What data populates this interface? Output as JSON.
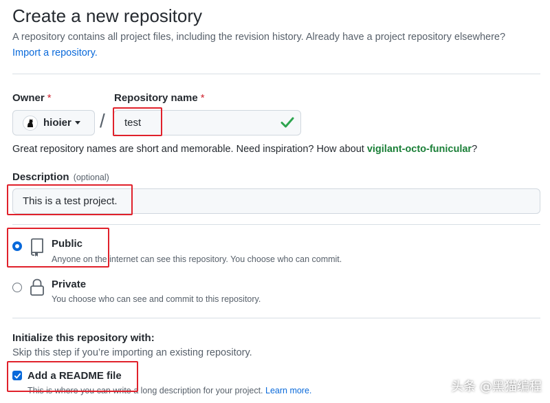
{
  "page": {
    "title": "Create a new repository",
    "subtitle": "A repository contains all project files, including the revision history. Already have a project repository elsewhere?",
    "import_link": "Import a repository."
  },
  "owner": {
    "label": "Owner",
    "required_mark": "*",
    "value": "hioier"
  },
  "separator": "/",
  "repo_name": {
    "label": "Repository name",
    "required_mark": "*",
    "value": "test",
    "valid_icon": "check-icon"
  },
  "hint": {
    "prefix": "Great repository names are short and memorable. Need inspiration? How about ",
    "suggestion": "vigilant-octo-funicular",
    "suffix": "?"
  },
  "description": {
    "label": "Description",
    "optional": "(optional)",
    "value": "This is a test project."
  },
  "visibility": {
    "selected": "public",
    "public": {
      "title": "Public",
      "desc": "Anyone on the internet can see this repository. You choose who can commit.",
      "icon": "repo-icon"
    },
    "private": {
      "title": "Private",
      "desc": "You choose who can see and commit to this repository.",
      "icon": "lock-icon"
    }
  },
  "initialize": {
    "title": "Initialize this repository with:",
    "desc": "Skip this step if you’re importing an existing repository.",
    "readme": {
      "label": "Add a README file",
      "checked": true,
      "desc": "This is where you can write a long description for your project. ",
      "learn_more": "Learn more."
    }
  },
  "watermark": "头条 @黑猫编程",
  "colors": {
    "accent": "#0969da",
    "success": "#1a7f37",
    "danger": "#cf222e",
    "annotation": "#e0202a"
  }
}
